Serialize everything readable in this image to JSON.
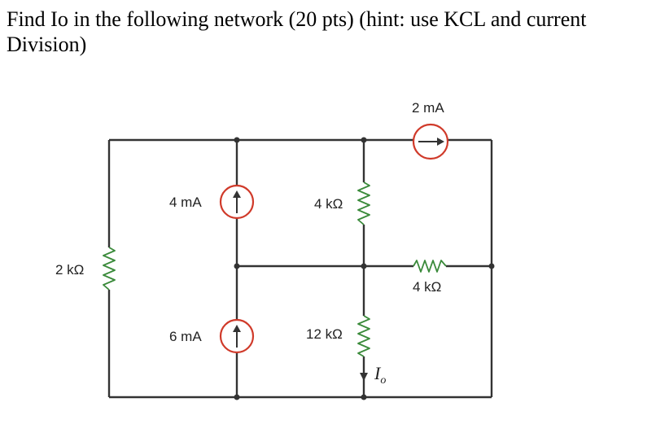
{
  "question": {
    "line1": "Find Io in the following network (20 pts) (hint: use KCL and current",
    "line2": "Division)"
  },
  "circuit": {
    "source_top": "2 mA",
    "source_4ma": "4 mA",
    "source_6ma": "6 mA",
    "res_left": "2 kΩ",
    "res_mid_upper": "4 kΩ",
    "res_mid_lower": "12 kΩ",
    "res_right": "4 kΩ",
    "current_symbol": "I",
    "current_subscript": "o",
    "colors": {
      "wire": "#333333",
      "resistor": "#3a8a3a",
      "source_circle": "#d03a2a"
    }
  }
}
